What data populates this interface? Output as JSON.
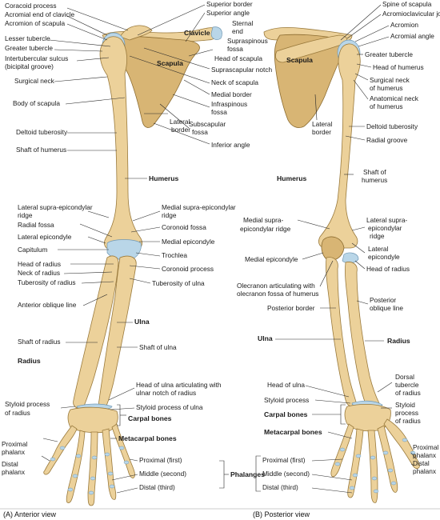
{
  "anterior": {
    "view_title": "(A) Anterior view",
    "labels": {
      "coracoid_process": "Coracoid process",
      "acromial_end_clavicle": "Acromial end of clavicle",
      "acromion_scapula": "Acromion of scapula",
      "lesser_tubercle": "Lesser tubercle",
      "greater_tubercle": "Greater tubercle",
      "intertubercular_sulcus_1": "Intertubercular sulcus",
      "intertubercular_sulcus_2": "(bicipital groove)",
      "surgical_neck": "Surgical neck",
      "body_of_scapula": "Body of scapula",
      "deltoid_tuberosity": "Deltoid tuberosity",
      "shaft_of_humerus": "Shaft of humerus",
      "superior_border": "Superior border",
      "superior_angle": "Superior angle",
      "clavicle": "Clavicle",
      "sternal_end_1": "Sternal",
      "sternal_end_2": "end",
      "supraspinous_fossa_1": "Supraspinous",
      "supraspinous_fossa_2": "fossa",
      "scapula": "Scapula",
      "head_of_scapula": "Head of scapula",
      "suprascapular_notch": "Suprascapular notch",
      "neck_of_scapula": "Neck of scapula",
      "medial_border": "Medial border",
      "infraspinous_fossa_1": "Infraspinous",
      "infraspinous_fossa_2": "fossa",
      "lateral_border_1": "Lateral",
      "lateral_border_2": "border",
      "subscapular_fossa_1": "Subscapular",
      "subscapular_fossa_2": "fossa",
      "inferior_angle": "Inferior angle",
      "humerus": "Humerus",
      "lateral_supraepicondylar_1": "Lateral supra-epicondylar",
      "lateral_supraepicondylar_2": "ridge",
      "radial_fossa": "Radial fossa",
      "lateral_epicondyle": "Lateral epicondyle",
      "capitulum": "Capitulum",
      "head_of_radius": "Head of radius",
      "neck_of_radius": "Neck of radius",
      "tuberosity_of_radius": "Tuberosity of radius",
      "anterior_oblique_line": "Anterior oblique line",
      "shaft_of_radius": "Shaft of radius",
      "radius": "Radius",
      "styloid_process_radius_1": "Styloid process",
      "styloid_process_radius_2": "of radius",
      "proximal_phalanx_1": "Proximal",
      "proximal_phalanx_2": "phalanx",
      "distal_phalanx_1": "Distal",
      "distal_phalanx_2": "phalanx",
      "medial_supraepicondylar_1": "Medial supra-epicondylar",
      "medial_supraepicondylar_2": "ridge",
      "coronoid_fossa": "Coronoid fossa",
      "medial_epicondyle": "Medial epicondyle",
      "trochlea": "Trochlea",
      "coronoid_process": "Coronoid process",
      "tuberosity_of_ulna": "Tuberosity of ulna",
      "ulna": "Ulna",
      "shaft_of_ulna": "Shaft of ulna",
      "head_ulna_articulating_1": "Head of ulna articulating with",
      "head_ulna_articulating_2": "ulnar notch of radius",
      "styloid_process_ulna": "Styloid process of ulna",
      "carpal_bones": "Carpal bones",
      "metacarpal_bones": "Metacarpal bones",
      "phal_proximal": "Proximal (first)",
      "phal_middle": "Middle (second)",
      "phal_distal": "Distal (third)",
      "phalanges": "Phalanges"
    }
  },
  "posterior": {
    "view_title": "(B) Posterior view",
    "labels": {
      "spine_of_scapula": "Spine of scapula",
      "acromioclavicular_joint": "Acromioclavicular joint",
      "acromion": "Acromion",
      "acromial_angle": "Acromial angle",
      "greater_tubercle": "Greater tubercle",
      "scapula": "Scapula",
      "head_of_humerus": "Head of humerus",
      "surgical_neck_1": "Surgical neck",
      "surgical_neck_2": "of humerus",
      "anatomical_neck_1": "Anatomical neck",
      "anatomical_neck_2": "of humerus",
      "lateral_border_1": "Lateral",
      "lateral_border_2": "border",
      "deltoid_tuberosity": "Deltoid tuberosity",
      "radial_groove": "Radial groove",
      "humerus": "Humerus",
      "shaft_of_humerus_1": "Shaft of",
      "shaft_of_humerus_2": "humerus",
      "medial_supraepicondylar_1": "Medial supra-",
      "medial_supraepicondylar_2": "epicondylar ridge",
      "medial_epicondyle": "Medial epicondyle",
      "olecranon_1": "Olecranon articulating with",
      "olecranon_2": "olecranon fossa of humerus",
      "posterior_border": "Posterior border",
      "ulna": "Ulna",
      "head_of_ulna": "Head of ulna",
      "styloid_process": "Styloid process",
      "carpal_bones": "Carpal bones",
      "metacarpal_bones": "Metacarpal bones",
      "lateral_supraepicondylar_1": "Lateral supra-",
      "lateral_supraepicondylar_2": "epicondylar",
      "lateral_supraepicondylar_3": "ridge",
      "lateral_epicondyle_1": "Lateral",
      "lateral_epicondyle_2": "epicondyle",
      "head_of_radius": "Head of radius",
      "posterior_oblique_line_1": "Posterior",
      "posterior_oblique_line_2": "oblique line",
      "radius": "Radius",
      "dorsal_tubercle_1": "Dorsal",
      "dorsal_tubercle_2": "tubercle",
      "dorsal_tubercle_3": "of radius",
      "styloid_process_radius_1": "Styloid",
      "styloid_process_radius_2": "process",
      "styloid_process_radius_3": "of radius",
      "proximal_phalanx_1": "Proximal",
      "proximal_phalanx_2": "phalanx",
      "distal_phalanx_1": "Distal",
      "distal_phalanx_2": "phalanx",
      "phal_proximal": "Proximal (first)",
      "phal_middle": "Middle (second)",
      "phal_distal": "Distal (third)"
    }
  },
  "colors": {
    "bone": "#ecd19a",
    "bone_shadow": "#d8b574",
    "cartilage": "#b9d6e8",
    "leader": "#2a2a2a"
  }
}
